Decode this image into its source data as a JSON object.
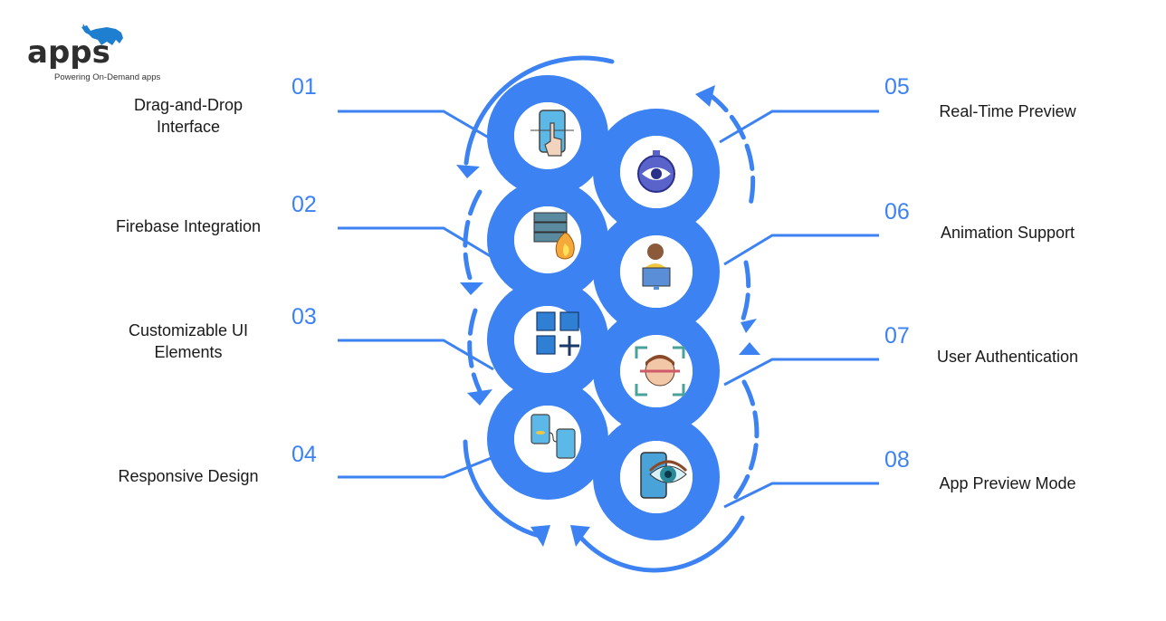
{
  "logo": {
    "word": "apps",
    "tagline": "Powering On-Demand apps",
    "icon": "rhino-icon",
    "accent": "#1e7fd0"
  },
  "colors": {
    "accent": "#3d82f2",
    "text": "#1a1a1a",
    "background": "#ffffff"
  },
  "features": {
    "left": [
      {
        "number": "01",
        "label": "Drag-and-Drop Interface",
        "line1": "Drag-and-Drop",
        "line2": "Interface",
        "icon": "touch-phone-swipe-icon"
      },
      {
        "number": "02",
        "label": "Firebase Integration",
        "line1": "Firebase Integration",
        "line2": "",
        "icon": "server-fire-icon"
      },
      {
        "number": "03",
        "label": "Customizable UI Elements",
        "line1": "Customizable UI",
        "line2": "Elements",
        "icon": "grid-add-icon"
      },
      {
        "number": "04",
        "label": "Responsive Design",
        "line1": "Responsive Design",
        "line2": "",
        "icon": "connected-phones-icon"
      }
    ],
    "right": [
      {
        "number": "05",
        "label": "Real-Time Preview",
        "icon": "stopwatch-eye-icon"
      },
      {
        "number": "06",
        "label": "Animation Support",
        "icon": "person-monitor-icon"
      },
      {
        "number": "07",
        "label": "User Authentication",
        "icon": "face-scan-icon"
      },
      {
        "number": "08",
        "label": "App Preview Mode",
        "icon": "phone-eye-icon"
      }
    ]
  }
}
